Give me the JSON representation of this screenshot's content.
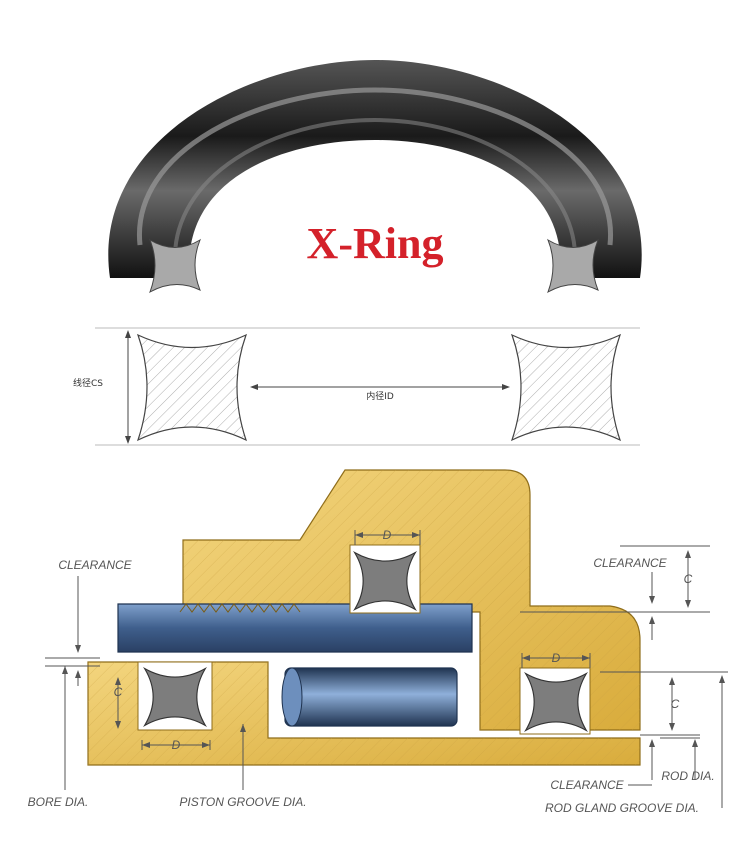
{
  "title": "X-Ring",
  "section_labels": {
    "cs": "线径CS",
    "id": "内径ID"
  },
  "assembly_labels": {
    "clearance_left": "CLEARANCE",
    "clearance_right_top": "CLEARANCE",
    "clearance_bottom": "CLEARANCE",
    "d_top": "D",
    "d_left": "D",
    "d_right": "D",
    "c_left": "C",
    "c_right_top": "C",
    "c_right_bottom": "C",
    "bore_dia": "BORE DIA.",
    "piston_groove_dia": "PISTON GROOVE DIA.",
    "rod_dia": "ROD DIA.",
    "rod_gland_groove_dia": "ROD GLAND GROOVE DIA."
  },
  "colors": {
    "title": "#d4212a",
    "ring": "#2a2a2a",
    "metal_gold": "#e8c25a",
    "metal_blue": "#3f5f8c",
    "seal_gray": "#7d7d7d"
  }
}
